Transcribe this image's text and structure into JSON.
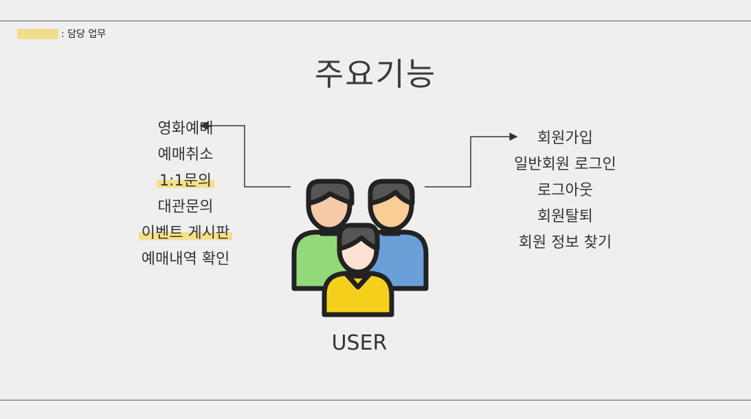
{
  "legend": {
    "label": ": 담당 업무",
    "highlight_color": "#f3dc8c"
  },
  "title": "주요기능",
  "left_features": [
    {
      "label": "영화예매",
      "highlighted": false
    },
    {
      "label": "예매취소",
      "highlighted": false
    },
    {
      "label": "1:1문의",
      "highlighted": true
    },
    {
      "label": "대관문의",
      "highlighted": false
    },
    {
      "label": "이벤트 게시판",
      "highlighted": true
    },
    {
      "label": "예매내역 확인",
      "highlighted": false
    }
  ],
  "right_features": [
    {
      "label": "회원가입"
    },
    {
      "label": "일반회원 로그인"
    },
    {
      "label": "로그아웃"
    },
    {
      "label": "회원탈퇴"
    },
    {
      "label": "회원 정보 찾기"
    }
  ],
  "user_label": "USER",
  "icon": "users-group-icon",
  "colors": {
    "background": "#efefef",
    "highlight": "#f3dc8c",
    "user_green": "#93d979",
    "user_blue": "#6a9fd8",
    "user_yellow": "#f5d11e"
  }
}
